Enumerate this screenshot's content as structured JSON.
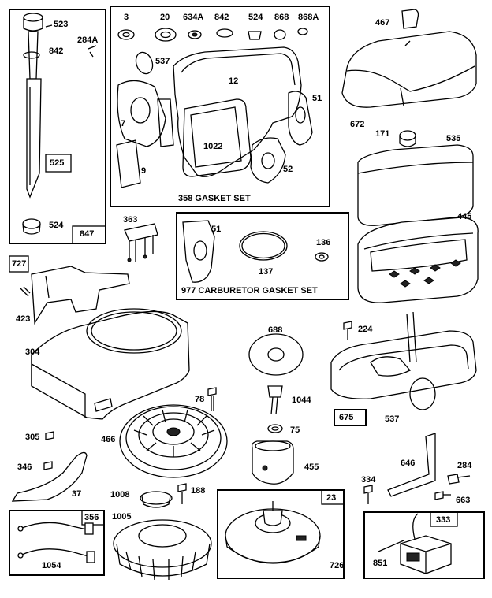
{
  "kits": {
    "gasket_set": "358 GASKET SET",
    "carb_gasket_set": "977 CARBURETOR GASKET SET",
    "kit_847": "847",
    "kit_727": "727",
    "kit_675": "675",
    "kit_356": "356",
    "kit_23": "23",
    "kit_333": "333"
  },
  "parts": {
    "p523": "523",
    "p284A": "284A",
    "p842a": "842",
    "p525": "525",
    "p524a": "524",
    "p3": "3",
    "p20": "20",
    "p634A": "634A",
    "p842b": "842",
    "p524b": "524",
    "p868": "868",
    "p868A": "868A",
    "p537a": "537",
    "p12": "12",
    "p7": "7",
    "p51a": "51",
    "p1022": "1022",
    "p9": "9",
    "p52": "52",
    "p467": "467",
    "p672": "672",
    "p171": "171",
    "p535": "535",
    "p445": "445",
    "p363": "363",
    "p51b": "51",
    "p137": "137",
    "p136": "136",
    "p423": "423",
    "p304": "304",
    "p688": "688",
    "p224": "224",
    "p78": "78",
    "p1044": "1044",
    "p75": "75",
    "p537b": "537",
    "p305": "305",
    "p346": "346",
    "p466": "466",
    "p455": "455",
    "p37": "37",
    "p646": "646",
    "p284": "284",
    "p334": "334",
    "p663": "663",
    "p1008": "1008",
    "p188": "188",
    "p1005": "1005",
    "p1054": "1054",
    "p726": "726",
    "p851": "851"
  }
}
